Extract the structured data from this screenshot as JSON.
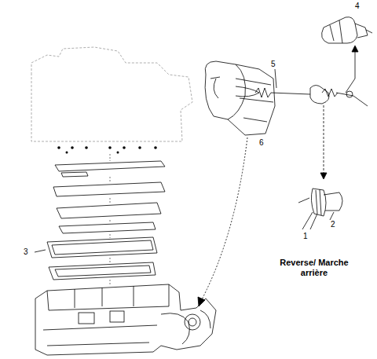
{
  "diagram": {
    "labels": [
      "4",
      "5",
      "6",
      "3",
      "2",
      "1",
      "Reverse/ Marche arrière"
    ]
  }
}
